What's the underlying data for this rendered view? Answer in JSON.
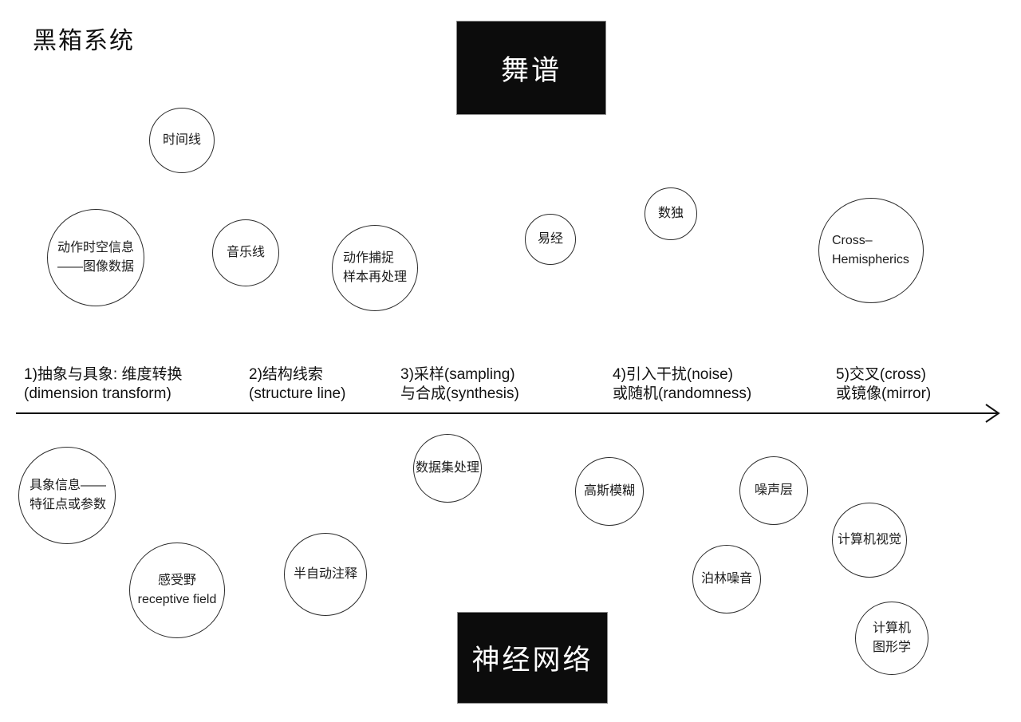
{
  "title": "黑箱系统",
  "colors": {
    "ink": "#1a1a1a",
    "box_background": "#0c0c0c",
    "box_text": "#ffffff",
    "circle_stroke": "#2b2b2b"
  },
  "top_box": {
    "label": "舞谱"
  },
  "bottom_box": {
    "label": "神经网络"
  },
  "axis_stages": [
    {
      "line1": "1)抽象与具象: 维度转换",
      "line2": "(dimension transform)"
    },
    {
      "line1": "2)结构线索",
      "line2": "(structure line)"
    },
    {
      "line1": "3)采样(sampling)",
      "line2": "与合成(synthesis)"
    },
    {
      "line1": "4)引入干扰(noise)",
      "line2": "或随机(randomness)"
    },
    {
      "line1": "5)交叉(cross)",
      "line2": "或镜像(mirror)"
    }
  ],
  "bubbles": {
    "top": [
      {
        "lines": [
          "时间线"
        ]
      },
      {
        "lines": [
          "动作时空信息",
          "——图像数据"
        ]
      },
      {
        "lines": [
          "音乐线"
        ]
      },
      {
        "lines": [
          "动作捕捉",
          "样本再处理"
        ]
      },
      {
        "lines": [
          "易经"
        ]
      },
      {
        "lines": [
          "数独"
        ]
      },
      {
        "lines": [
          "Cross–",
          "Hemispherics"
        ]
      }
    ],
    "bottom": [
      {
        "lines": [
          "具象信息——",
          "特征点或参数"
        ]
      },
      {
        "lines": [
          "感受野",
          "receptive field"
        ]
      },
      {
        "lines": [
          "半自动注释"
        ]
      },
      {
        "lines": [
          "数据集处理"
        ]
      },
      {
        "lines": [
          "高斯模糊"
        ]
      },
      {
        "lines": [
          "噪声层"
        ]
      },
      {
        "lines": [
          "泊林噪音"
        ]
      },
      {
        "lines": [
          "计算机视觉"
        ]
      },
      {
        "lines": [
          "计算机",
          "图形学"
        ]
      }
    ]
  }
}
